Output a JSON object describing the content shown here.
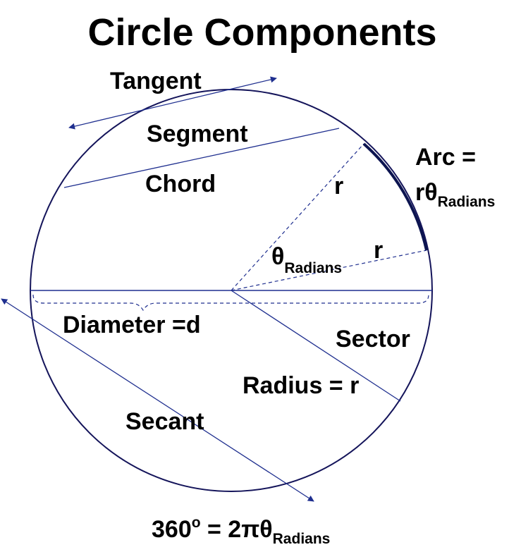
{
  "title": "Circle Components",
  "labels": {
    "tangent": "Tangent",
    "segment": "Segment",
    "chord": "Chord",
    "arc_line1": "Arc =",
    "arc_line2_main": "rθ",
    "arc_line2_sub": "Radians",
    "r_upper": "r",
    "r_lower": "r",
    "theta_main": "θ",
    "theta_sub": "Radians",
    "diameter": "Diameter =d",
    "sector": "Sector",
    "radius": "Radius = r",
    "secant": "Secant",
    "formula_main": "360",
    "formula_sup": "o",
    "formula_rest": " = 2πθ",
    "formula_sub": "Radians"
  },
  "colors": {
    "circle": "#14145a",
    "lines": "#1f2f8f",
    "arc": "#0c1450",
    "text": "#000000"
  }
}
